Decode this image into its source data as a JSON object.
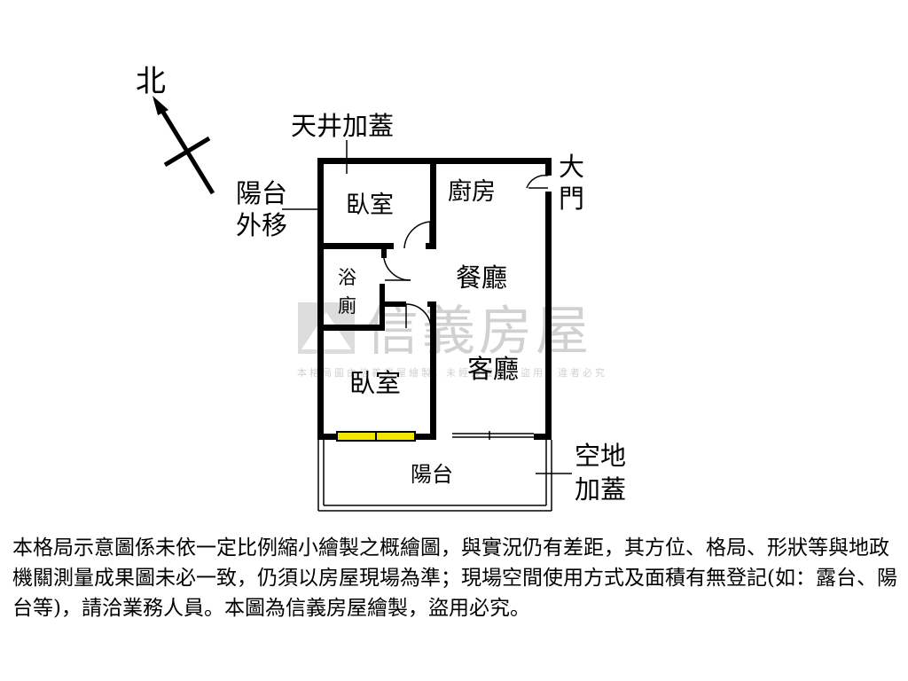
{
  "compass": {
    "north_label": "北"
  },
  "labels": {
    "skylight_addition": "天井加蓋",
    "balcony_moved_line1": "陽台",
    "balcony_moved_line2": "外移",
    "bedroom_top": "臥室",
    "kitchen": "廚房",
    "entrance_line1": "大",
    "entrance_line2": "門",
    "bathroom_line1": "浴",
    "bathroom_line2": "廁",
    "dining_room": "餐廳",
    "bedroom_bottom": "臥室",
    "living_room": "客廳",
    "balcony": "陽台",
    "open_space_line1": "空地",
    "open_space_line2": "加蓋"
  },
  "watermark": {
    "brand": "信義房屋",
    "notice": "本格局圖由信義房屋繪製，未經授權請勿盜用，違者必究"
  },
  "disclaimer": "本格局示意圖係未依一定比例縮小繪製之概繪圖，與實況仍有差距，其方位、格局、形狀等與地政機關測量成果圖未必一致，仍須以房屋現場為準；現場空間使用方式及面積有無登記(如：露台、陽台等)，請洽業務人員。本圖為信義房屋繪製，盜用必究。",
  "colors": {
    "wall": "#000000",
    "window": "#f2e600",
    "watermark": "#c8c8c8"
  }
}
